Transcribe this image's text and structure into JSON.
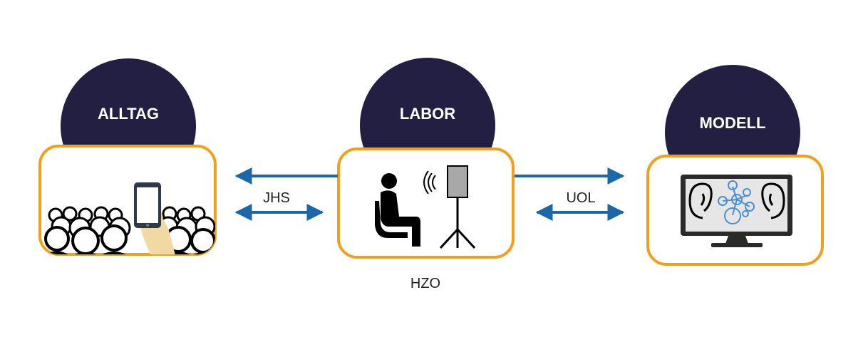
{
  "nodes": {
    "alltag": {
      "label": "ALLTAG"
    },
    "labor": {
      "label": "LABOR",
      "caption": "HZO"
    },
    "modell": {
      "label": "MODELL"
    }
  },
  "links": {
    "left": {
      "label": "JHS"
    },
    "right": {
      "label": "UOL"
    }
  },
  "colors": {
    "circle": "#231f42",
    "box_border": "#f0a01a",
    "arrow": "#1a67aa",
    "text_dark": "#222222",
    "icon_black": "#000000",
    "speaker_gray": "#a8a8a8",
    "screen_bg": "#e6e6e6",
    "bubble_blue": "#4a8ed6",
    "skin": "#f1d9a3"
  }
}
